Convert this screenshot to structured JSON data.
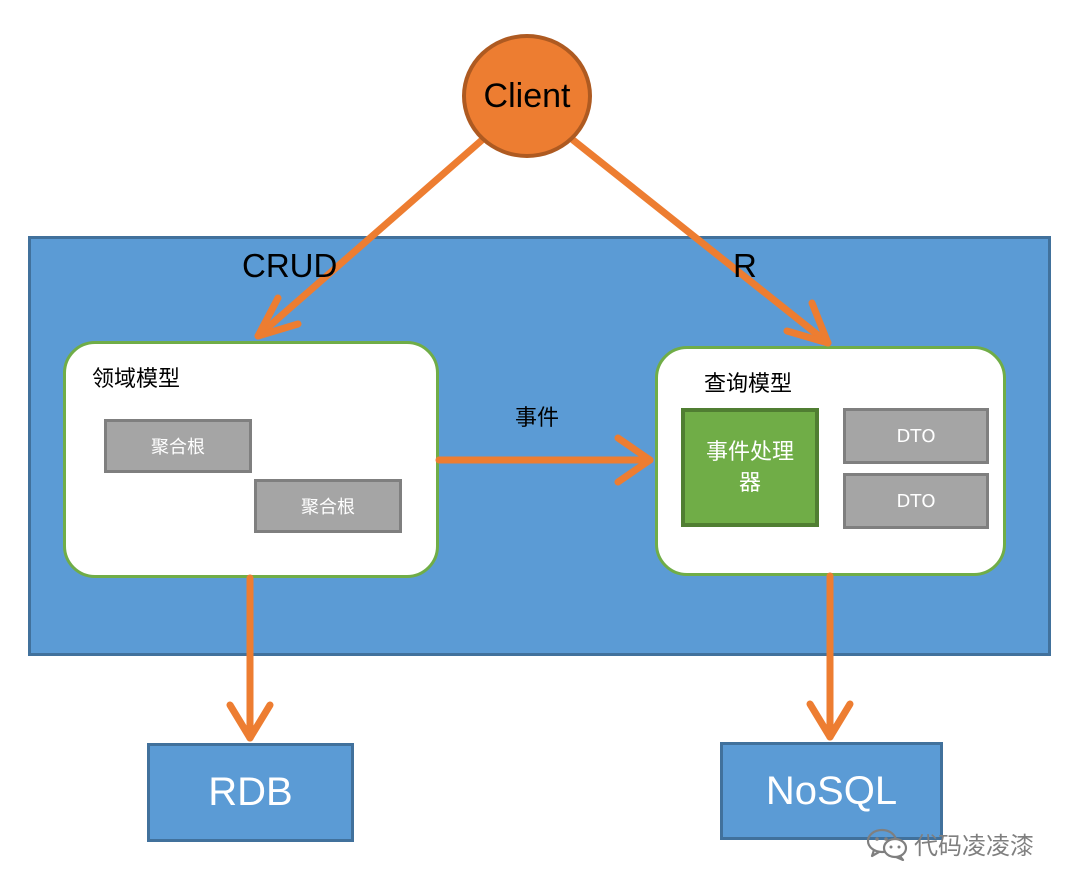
{
  "client": {
    "label": "Client"
  },
  "edges": {
    "crud_label": "CRUD",
    "read_label": "R",
    "event_label": "事件"
  },
  "domain_model": {
    "title": "领域模型",
    "aggregates": [
      "聚合根",
      "聚合根"
    ]
  },
  "query_model": {
    "title": "查询模型",
    "event_handler": "事件处理器",
    "dtos": [
      "DTO",
      "DTO"
    ]
  },
  "stores": {
    "relational": "RDB",
    "nosql": "NoSQL"
  },
  "watermark": {
    "icon": "wechat-icon",
    "text": "代码凌凌漆"
  },
  "colors": {
    "panel_blue": "#5b9bd5",
    "panel_border": "#41719c",
    "arrow_orange": "#ed7d31",
    "model_border_green": "#70ad47",
    "handler_green": "#70ad47",
    "gray_box": "#a5a5a5"
  }
}
